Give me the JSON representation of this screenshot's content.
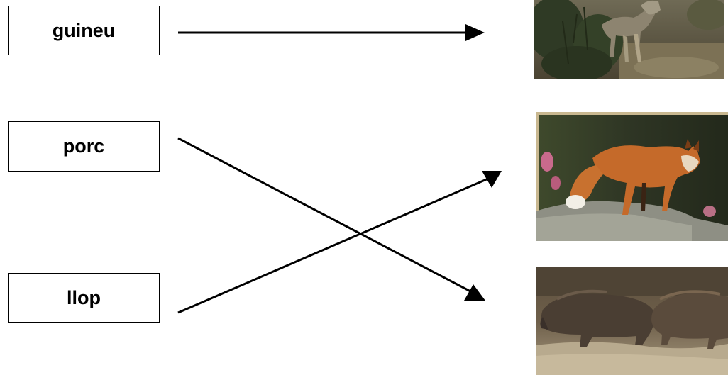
{
  "words": [
    {
      "label": "guineu"
    },
    {
      "label": "porc"
    },
    {
      "label": "llop"
    }
  ],
  "pictures": [
    {
      "subject": "wolf"
    },
    {
      "subject": "fox"
    },
    {
      "subject": "wild boars"
    }
  ],
  "colors": {
    "line": "#000000",
    "box_border": "#000000"
  }
}
